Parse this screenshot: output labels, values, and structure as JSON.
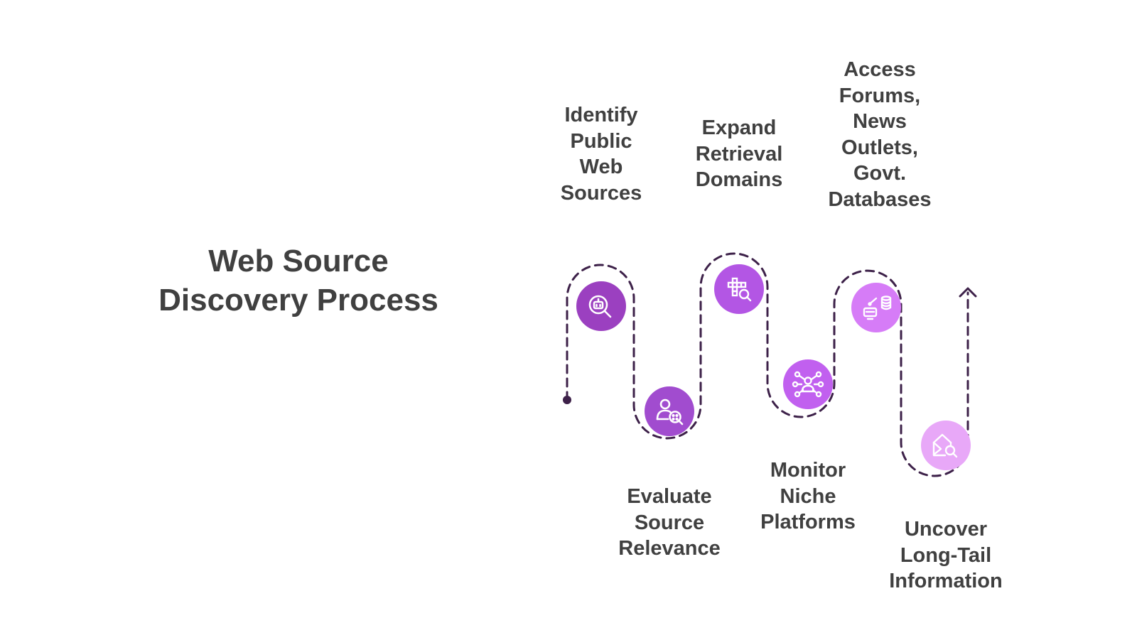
{
  "title": {
    "lines": [
      "Web Source",
      "Discovery Process"
    ]
  },
  "colors": {
    "path": "#3d2149",
    "text": "#404040",
    "step_fills": [
      "#9b40c0",
      "#a14ccf",
      "#b356e4",
      "#c160ef",
      "#d67cf7",
      "#e8a8f8"
    ]
  },
  "steps": [
    {
      "label_lines": [
        "Identify",
        "Public",
        "Web",
        "Sources"
      ],
      "icon": "robot-search-icon"
    },
    {
      "label_lines": [
        "Evaluate",
        "Source",
        "Relevance"
      ],
      "icon": "user-filter-icon"
    },
    {
      "label_lines": [
        "Expand",
        "Retrieval",
        "Domains"
      ],
      "icon": "grid-search-icon"
    },
    {
      "label_lines": [
        "Monitor",
        "Niche",
        "Platforms"
      ],
      "icon": "network-user-icon"
    },
    {
      "label_lines": [
        "Access",
        "Forums,",
        "News",
        "Outlets,",
        "Govt.",
        "Databases"
      ],
      "icon": "database-terminal-icon"
    },
    {
      "label_lines": [
        "Uncover",
        "Long-Tail",
        "Information"
      ],
      "icon": "mail-search-icon"
    }
  ]
}
